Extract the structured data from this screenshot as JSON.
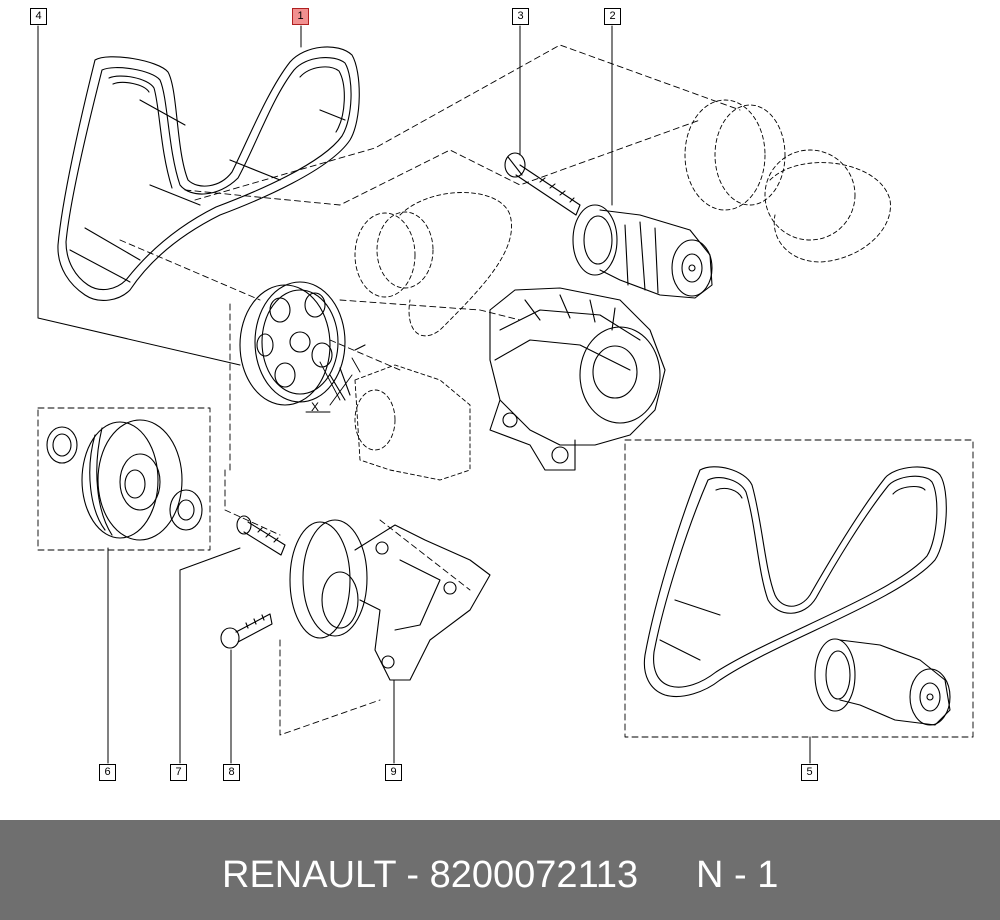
{
  "diagram": {
    "callouts": [
      {
        "id": "callout-1",
        "label": "1",
        "highlighted": true
      },
      {
        "id": "callout-2",
        "label": "2"
      },
      {
        "id": "callout-3",
        "label": "3"
      },
      {
        "id": "callout-4",
        "label": "4"
      },
      {
        "id": "callout-5",
        "label": "5"
      },
      {
        "id": "callout-6",
        "label": "6"
      },
      {
        "id": "callout-7",
        "label": "7"
      },
      {
        "id": "callout-8",
        "label": "8"
      },
      {
        "id": "callout-9",
        "label": "9"
      }
    ],
    "dimension_label": "X",
    "colors": {
      "line": "#000000",
      "highlight_fill": "#f19090",
      "highlight_border": "#b02020"
    }
  },
  "footer": {
    "part_text": "RENAULT - 8200072113",
    "position_text": "N - 1",
    "background": "#6f6f6f",
    "text_color": "#ffffff"
  }
}
